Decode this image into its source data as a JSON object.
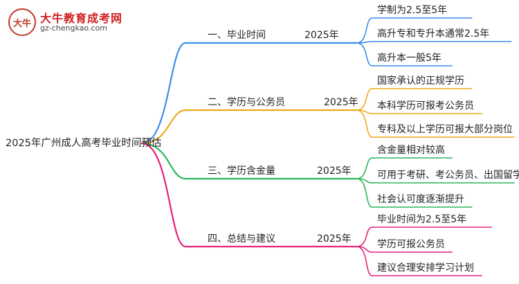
{
  "logo": {
    "brand": "大牛教育成考网",
    "url": "gz-chengkao.com"
  },
  "root": {
    "label": "2025年广州成人高考毕业时间预估"
  },
  "branches": [
    {
      "label": "一、毕业时间",
      "year": "2025年",
      "color": "#3d8ce8",
      "leaves": [
        "学制为2.5至5年",
        "高升专和专升本通常2.5年",
        "高升本一般5年"
      ]
    },
    {
      "label": "二、学历与公务员",
      "year": "2025年",
      "color": "#f0a818",
      "leaves": [
        "国家承认的正规学历",
        "本科学历可报考公务员",
        "专科及以上学历可报大部分岗位"
      ]
    },
    {
      "label": "三、学历含金量",
      "year": "2025年",
      "color": "#2db55d",
      "leaves": [
        "含金量相对较高",
        "可用于考研、考公务员、出国留学",
        "社会认可度逐渐提升"
      ]
    },
    {
      "label": "四、总结与建议",
      "year": "2025年",
      "color": "#e8207a",
      "leaves": [
        "毕业时间为2.5至5年",
        "学历可报公务员",
        "建议合理安排学习计划"
      ]
    }
  ]
}
